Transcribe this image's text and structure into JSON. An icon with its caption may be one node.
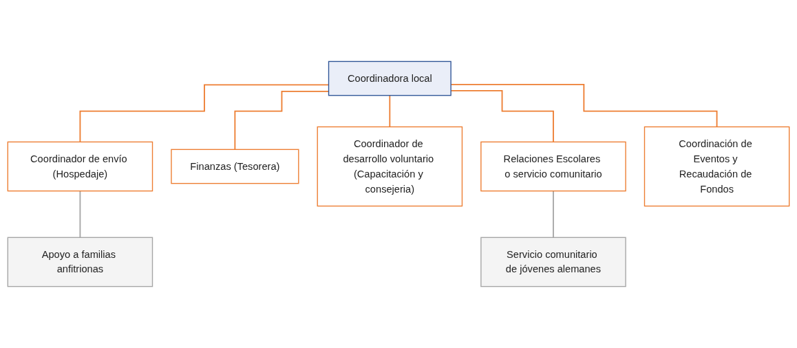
{
  "diagram": {
    "nodes": [
      {
        "text": [
          "Coordinadora local"
        ]
      },
      {
        "text": [
          "Coordinador de envío (Hospedaje)"
        ]
      },
      {
        "text": [
          "Finanzas (Tesorera)"
        ]
      },
      {
        "text": [
          "Coordinador de desarrollo voluntario (Capacitación y consejeria)"
        ]
      },
      {
        "text": [
          "Relaciones Escolares o servicio comunitario"
        ]
      },
      {
        "text": [
          "Coordinación de Eventos y Recaudación de Fondos"
        ]
      },
      {
        "text": [
          "Apoyo a familias anfitrionas"
        ]
      },
      {
        "text": [
          "Servicio comunitario de jóvenes alemanes"
        ]
      }
    ],
    "edges": [
      {
        "from": 0,
        "to": 1,
        "arrow": "none"
      },
      {
        "from": 0,
        "to": 2,
        "arrow": "none"
      },
      {
        "from": 0,
        "to": 3,
        "arrow": "none"
      },
      {
        "from": 0,
        "to": 4,
        "arrow": "none"
      },
      {
        "from": 0,
        "to": 5,
        "arrow": "none"
      },
      {
        "from": 1,
        "to": 6,
        "arrow": "none",
        "color": "#a5a5a5"
      },
      {
        "from": 4,
        "to": 7,
        "arrow": "none",
        "color": "#a5a5a5"
      }
    ]
  }
}
